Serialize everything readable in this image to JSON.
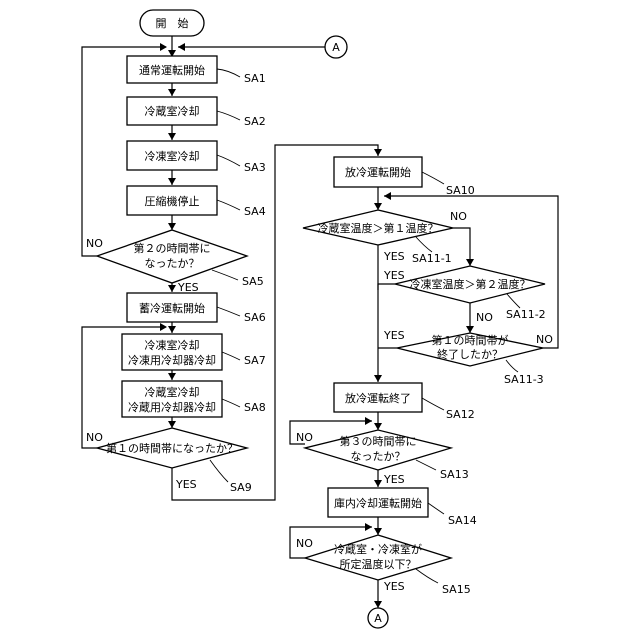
{
  "flowchart": {
    "start": "開　始",
    "connector": "A",
    "boxes": {
      "sa1": "通常運転開始",
      "sa2": "冷蔵室冷却",
      "sa3": "冷凍室冷却",
      "sa4": "圧縮機停止",
      "sa6": "蓄冷運転開始",
      "sa7_line1": "冷凍室冷却",
      "sa7_line2": "冷凍用冷却器冷却",
      "sa8_line1": "冷蔵室冷却",
      "sa8_line2": "冷蔵用冷却器冷却",
      "sa10": "放冷運転開始",
      "sa12": "放冷運転終了",
      "sa14": "庫内冷却運転開始"
    },
    "decisions": {
      "sa5_line1": "第２の時間帯に",
      "sa5_line2": "なったか？",
      "sa9": "第１の時間帯になったか？",
      "sa11_1": "冷蔵室温度＞第１温度？",
      "sa11_2": "冷凍室温度＞第２温度？",
      "sa11_3_line1": "第１の時間帯が",
      "sa11_3_line2": "終了したか？",
      "sa13_line1": "第３の時間帯に",
      "sa13_line2": "なったか？",
      "sa15_line1": "冷蔵室・冷凍室が",
      "sa15_line2": "所定温度以下？"
    },
    "step_labels": {
      "sa1": "SA1",
      "sa2": "SA2",
      "sa3": "SA3",
      "sa4": "SA4",
      "sa5": "SA5",
      "sa6": "SA6",
      "sa7": "SA7",
      "sa8": "SA8",
      "sa9": "SA9",
      "sa10": "SA10",
      "sa11_1": "SA11-1",
      "sa11_2": "SA11-2",
      "sa11_3": "SA11-3",
      "sa12": "SA12",
      "sa13": "SA13",
      "sa14": "SA14",
      "sa15": "SA15"
    },
    "branches": {
      "yes": "YES",
      "no": "NO"
    }
  }
}
